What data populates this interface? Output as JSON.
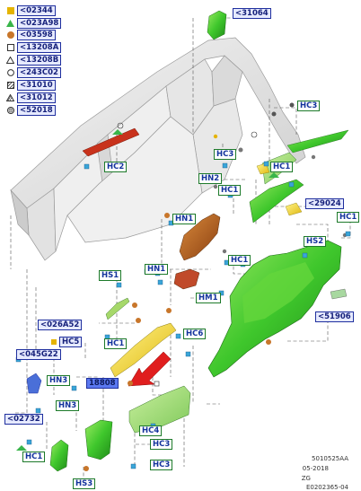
{
  "legend": [
    {
      "symbol": "square-yellow-icon",
      "color": "#e5b400",
      "label": "<02344"
    },
    {
      "symbol": "triangle-green-icon",
      "color": "#39b54a",
      "label": "<023A98"
    },
    {
      "symbol": "circle-orange-icon",
      "color": "#c8762a",
      "label": "<03598"
    },
    {
      "symbol": "square-outline-icon",
      "color": "#333333",
      "label": "<13208A"
    },
    {
      "symbol": "triangle-outline-icon",
      "color": "#333333",
      "label": "<13208B"
    },
    {
      "symbol": "circle-outline-icon",
      "color": "#333333",
      "label": "<243C02"
    },
    {
      "symbol": "hatched-square-icon",
      "color": "#555555",
      "label": "<31010"
    },
    {
      "symbol": "hatched-triangle-icon",
      "color": "#555555",
      "label": "<31012"
    },
    {
      "symbol": "spiral-circle-icon",
      "color": "#555555",
      "label": "<52018"
    }
  ],
  "callouts": {
    "c31064": "<31064",
    "hc3_top": "HC3",
    "hc2": "HC2",
    "hc3_mid": "HC3",
    "hc1_mid": "HC1",
    "hn2": "HN2",
    "hc1_b": "HC1",
    "c29024": "<29024",
    "hn1_a": "HN1",
    "hc1_right": "HC1",
    "hs2": "HS2",
    "hc1_c": "HC1",
    "hn1_b": "HN1",
    "hs1": "HS1",
    "hm1": "HM1",
    "c51906": "<51906",
    "c026a52": "<026A52",
    "hc6": "HC6",
    "hc5": "HC5",
    "hc1_d": "HC1",
    "c045g22": "<045G22",
    "hn3_a": "HN3",
    "c18808": "18808",
    "hn3_b": "HN3",
    "c02732": "<02732",
    "hc4": "HC4",
    "hc3_low": "HC3",
    "hc1_bottom": "HC1",
    "hc3_bottom": "HC3",
    "hs3": "HS3"
  },
  "footer": {
    "code": "5010525AA",
    "date": "05-2018",
    "region": "ZG",
    "figure": "E0202365-04"
  },
  "colors": {
    "accent_blue": "#1f2f9e",
    "trim_green": "#3fc72c",
    "trim_orange": "#b85a16",
    "trim_red": "#c8321c",
    "trim_yellow": "#f0d21c"
  }
}
